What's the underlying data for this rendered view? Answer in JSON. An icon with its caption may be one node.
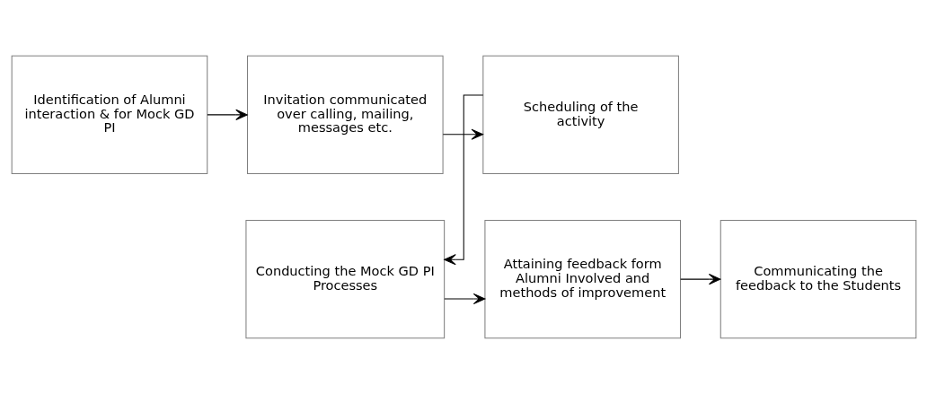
{
  "diagram": {
    "nodes": [
      {
        "text": [
          "Identification of Alumni interaction & for Mock GD PI"
        ]
      },
      {
        "text": [
          "Invitation communicated over calling, mailing, messages etc."
        ]
      },
      {
        "text": [
          "Scheduling of the activity"
        ]
      },
      {
        "text": [
          "Conducting the Mock GD PI Processes"
        ]
      },
      {
        "text": [
          "Attaining feedback form Alumni Involved and methods of improvement"
        ]
      },
      {
        "text": [
          "Communicating the feedback to the Students"
        ]
      }
    ],
    "edges": [
      {
        "from": 0,
        "to": 1,
        "arrow": "to"
      },
      {
        "from": 1,
        "to": 2,
        "arrow": "to"
      },
      {
        "from": 2,
        "to": 3,
        "arrow": "to"
      },
      {
        "from": 3,
        "to": 4,
        "arrow": "to"
      },
      {
        "from": 4,
        "to": 5,
        "arrow": "to"
      }
    ]
  }
}
